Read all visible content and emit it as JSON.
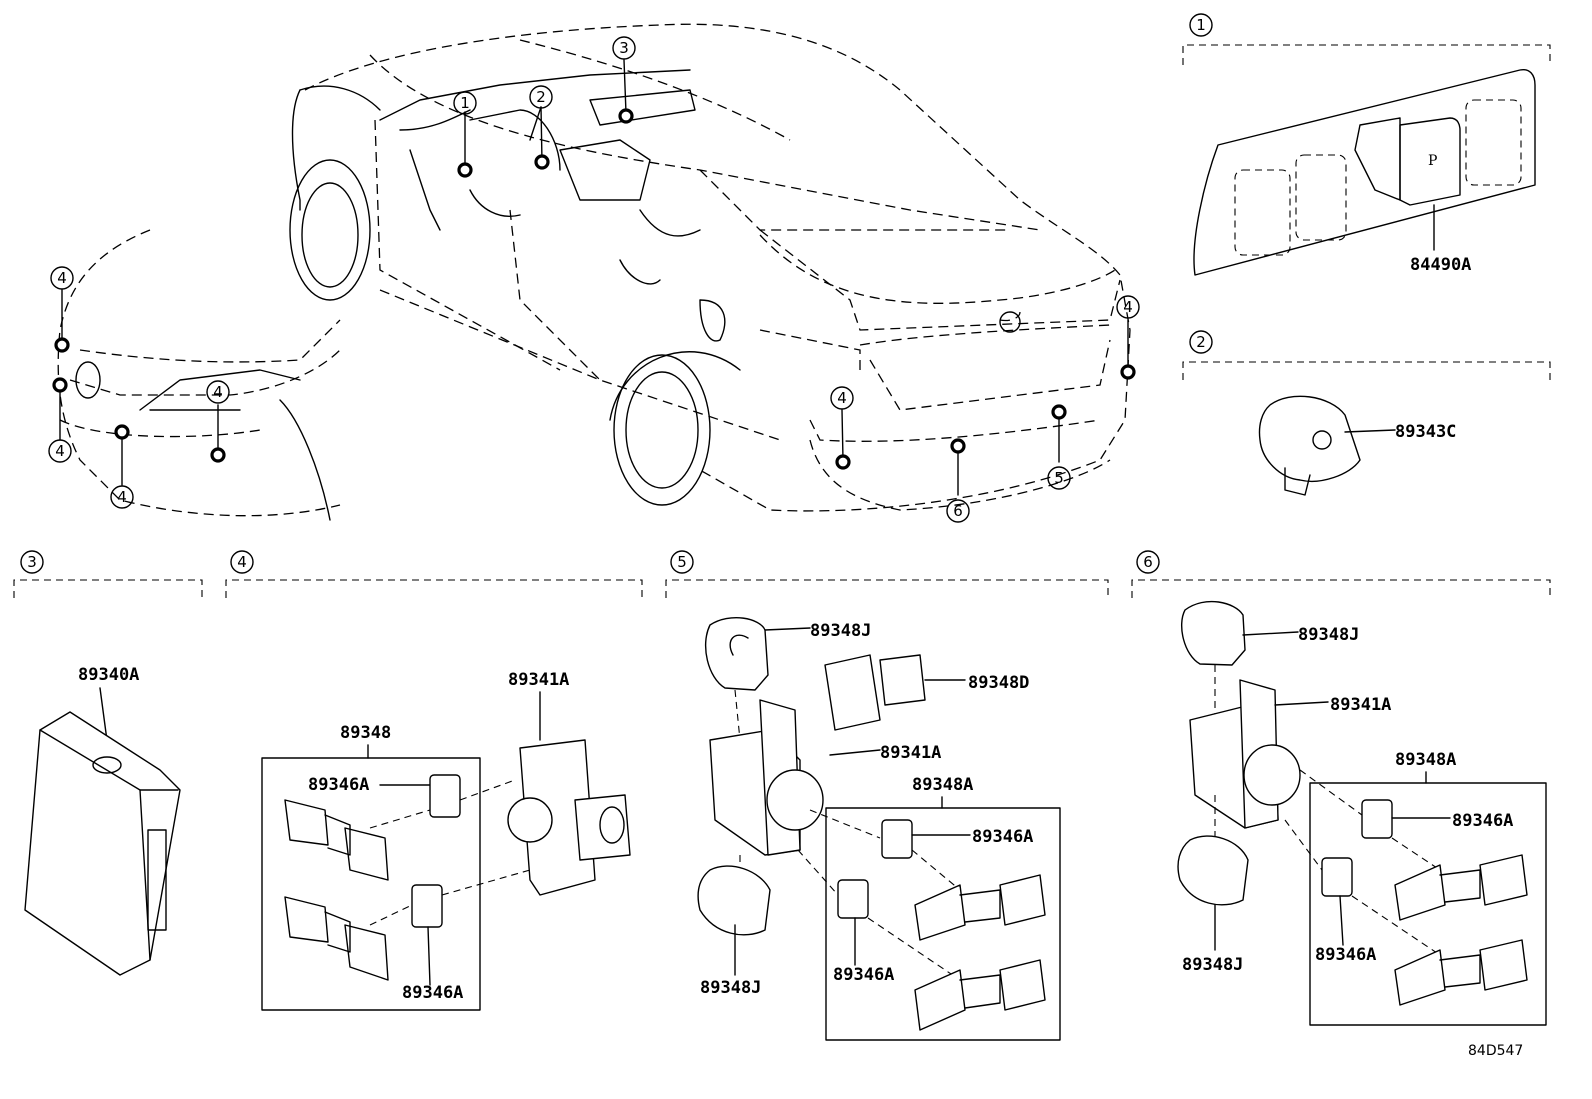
{
  "diagram_ref": "84D547",
  "sections": [
    {
      "key": "1",
      "title": "1",
      "part_labels": [
        "84490A"
      ]
    },
    {
      "key": "2",
      "title": "2",
      "part_labels": [
        "89343C"
      ]
    },
    {
      "key": "3",
      "title": "3",
      "part_labels": [
        "89340A"
      ]
    },
    {
      "key": "4",
      "title": "4",
      "part_labels": [
        "89348",
        "89346A",
        "89346A",
        "89341A"
      ]
    },
    {
      "key": "5",
      "title": "5",
      "part_labels": [
        "89348J",
        "89348D",
        "89341A",
        "89348A",
        "89346A",
        "89346A",
        "89348J"
      ]
    },
    {
      "key": "6",
      "title": "6",
      "part_labels": [
        "89348J",
        "89341A",
        "89348A",
        "89346A",
        "89346A",
        "89348J"
      ]
    }
  ],
  "vehicle_callouts": [
    "1",
    "2",
    "3",
    "4",
    "4",
    "4",
    "4",
    "4",
    "4",
    "4",
    "5",
    "6"
  ],
  "switch_marking": "P"
}
